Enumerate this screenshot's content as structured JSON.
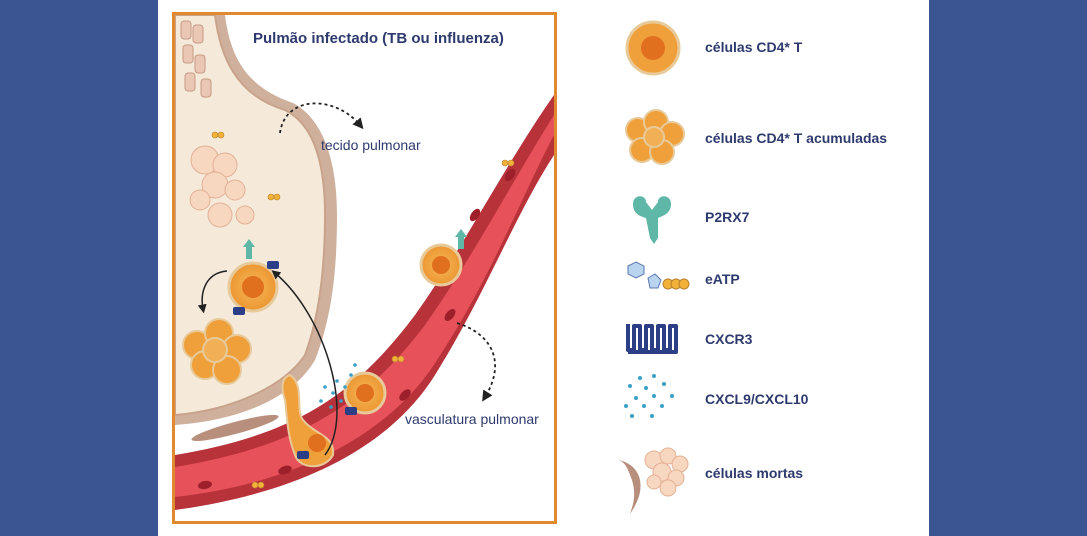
{
  "diagram": {
    "title": "Pulmão infectado (TB ou influenza)",
    "labels": {
      "lung_tissue": "tecido pulmonar",
      "lung_vasculature": "vasculatura pulmonar"
    }
  },
  "legend": [
    {
      "icon": "cd4-t-cell-icon",
      "label": "células CD4* T"
    },
    {
      "icon": "accumulated-cd4-t-cells-icon",
      "label": "células CD4* T acumuladas"
    },
    {
      "icon": "p2rx7-receptor-icon",
      "label": "P2RX7"
    },
    {
      "icon": "eatp-molecule-icon",
      "label": "eATP"
    },
    {
      "icon": "cxcr3-receptor-icon",
      "label": "CXCR3"
    },
    {
      "icon": "cxcl9-cxcl10-dots-icon",
      "label": "CXCL9/CXCL10"
    },
    {
      "icon": "dead-cells-icon",
      "label": "células mortas"
    }
  ],
  "colors": {
    "background": "#3b5592",
    "frame_border": "#e1892f",
    "text": "#2e3a6e",
    "cell_orange": "#f0a03a",
    "cell_core": "#e0701e",
    "vessel_wall": "#b8323a",
    "vessel_lumen": "#e7515a",
    "tissue": "#f5e9da",
    "p2rx7": "#5eb7a7",
    "cxcr3": "#2c3e86",
    "chemokine": "#3aa0c8"
  }
}
